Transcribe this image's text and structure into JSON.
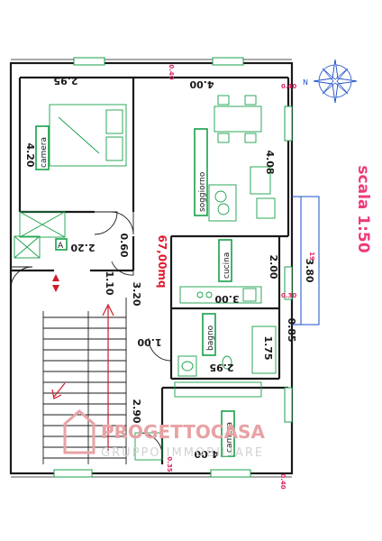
{
  "plan": {
    "scale_label": "scala 1:50",
    "total_area": "67,00mq",
    "compass": {
      "north_label": "N"
    },
    "rooms": [
      {
        "key": "camera_1",
        "label": "camera"
      },
      {
        "key": "soggiorno",
        "label": "soggiorno"
      },
      {
        "key": "cucina",
        "label": "cucina"
      },
      {
        "key": "bagno",
        "label": "bagno"
      },
      {
        "key": "camera_2",
        "label": "camera"
      }
    ],
    "dimensions": {
      "camera1_width": "2.95",
      "camera1_depth": "4.20",
      "soggiorno_width": "4.00",
      "soggiorno_depth": "4.08",
      "hall_width": "2.20",
      "wall_060": "0.60",
      "stair_110": "1.10",
      "corridor_320": "3.20",
      "cucina_depth": "2.00",
      "cucina_width": "3.00",
      "bagno_door": "1.00",
      "bagno_depth": "1.75",
      "bagno_width": "2.95",
      "wall_085": "0.85",
      "camera2_depth": "2.90",
      "camera2_width": "4.00",
      "balcony_380": "3.80",
      "top_window_040": "0.40",
      "window_right_040": "0.40",
      "small_019": "19",
      "small_030": "0.30",
      "bottom_035": "0.35",
      "bottom_040": "0.40"
    },
    "markers": {
      "room_a": "A"
    },
    "watermark": {
      "brand": "PROGETTOCASA",
      "subtitle": "GRUPPO IMMOBILIARE"
    }
  }
}
